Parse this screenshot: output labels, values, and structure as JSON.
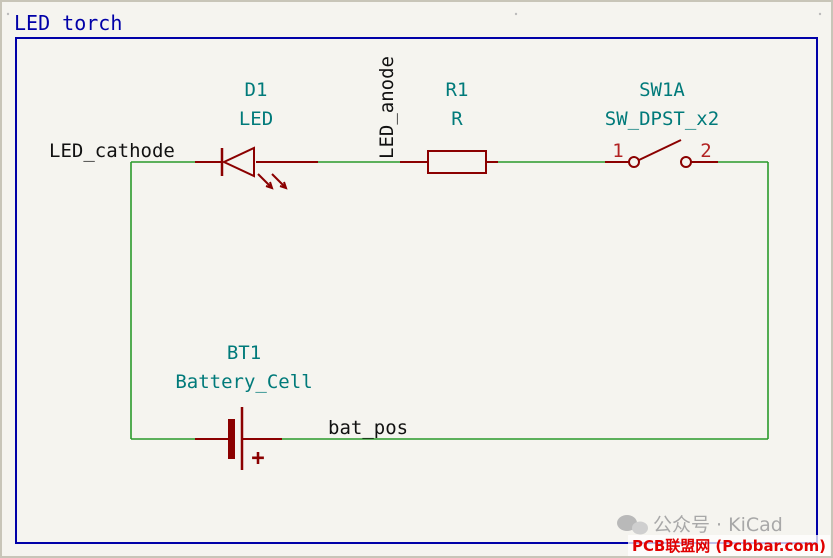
{
  "sheet": {
    "title": "LED torch"
  },
  "components": {
    "d1": {
      "ref": "D1",
      "value": "LED"
    },
    "r1": {
      "ref": "R1",
      "value": "R"
    },
    "sw1a": {
      "ref": "SW1A",
      "value": "SW_DPST_x2",
      "pin1": "1",
      "pin2": "2"
    },
    "bt1": {
      "ref": "BT1",
      "value": "Battery_Cell",
      "polarity": "+"
    }
  },
  "nets": {
    "led_cathode": "LED_cathode",
    "led_anode": "LED_anode",
    "bat_pos": "bat_pos"
  },
  "watermark": {
    "line1": "公众号 · KiCad",
    "line2": "PCB联盟网 (Pcbbar.com)"
  },
  "colors": {
    "background": "#f5f4ef",
    "border": "#0000a8",
    "wire": "#2a9a2a",
    "symbol": "#8b0000",
    "symbol_fill": "#ffffe0",
    "field_text": "#007a7a",
    "label_text": "#111111",
    "watermark_red": "#e00000"
  }
}
